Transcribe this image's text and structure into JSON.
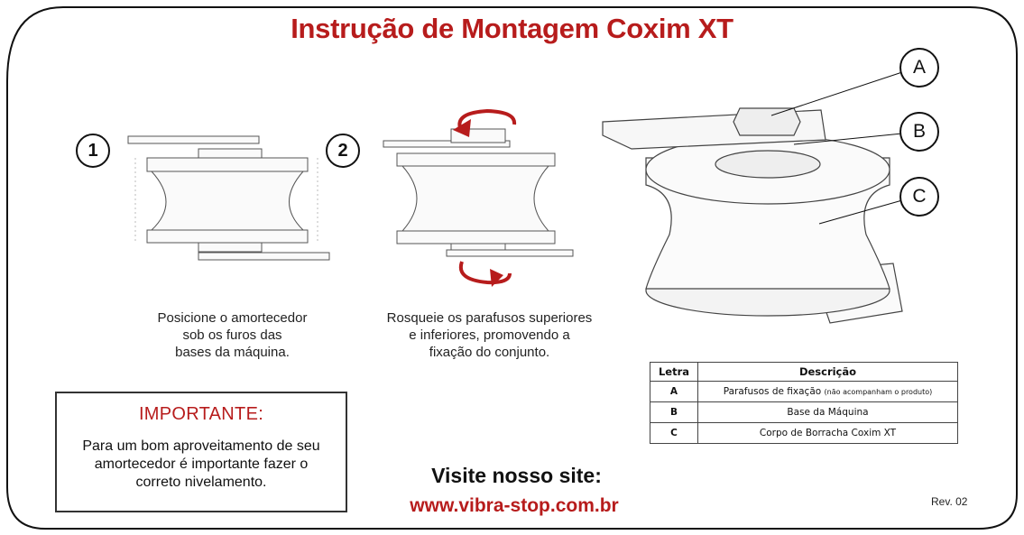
{
  "title": "Instrução de Montagem Coxim XT",
  "steps": [
    {
      "number": "1",
      "caption": [
        "Posicione o amortecedor",
        "sob os furos das",
        "bases da máquina."
      ]
    },
    {
      "number": "2",
      "caption": [
        "Rosqueie os parafusos superiores",
        "e inferiores, promovendo a",
        "fixação do conjunto."
      ]
    }
  ],
  "callouts": [
    "A",
    "B",
    "C"
  ],
  "legend": {
    "headers": [
      "Letra",
      "Descrição"
    ],
    "rows": [
      {
        "letter": "A",
        "description": "Parafusos de fixação",
        "note": "(não acompanham o produto)"
      },
      {
        "letter": "B",
        "description": "Base da Máquina",
        "note": ""
      },
      {
        "letter": "C",
        "description": "Corpo de Borracha Coxim XT",
        "note": ""
      }
    ]
  },
  "important": {
    "heading": "IMPORTANTE:",
    "lines": [
      "Para um bom aproveitamento de seu",
      "amortecedor é importante fazer o",
      "correto nivelamento."
    ]
  },
  "visit_label": "Visite nosso site:",
  "website": "www.vibra-stop.com.br",
  "revision": "Rev. 02",
  "colors": {
    "accent": "#b71c1c",
    "border": "#111111"
  }
}
